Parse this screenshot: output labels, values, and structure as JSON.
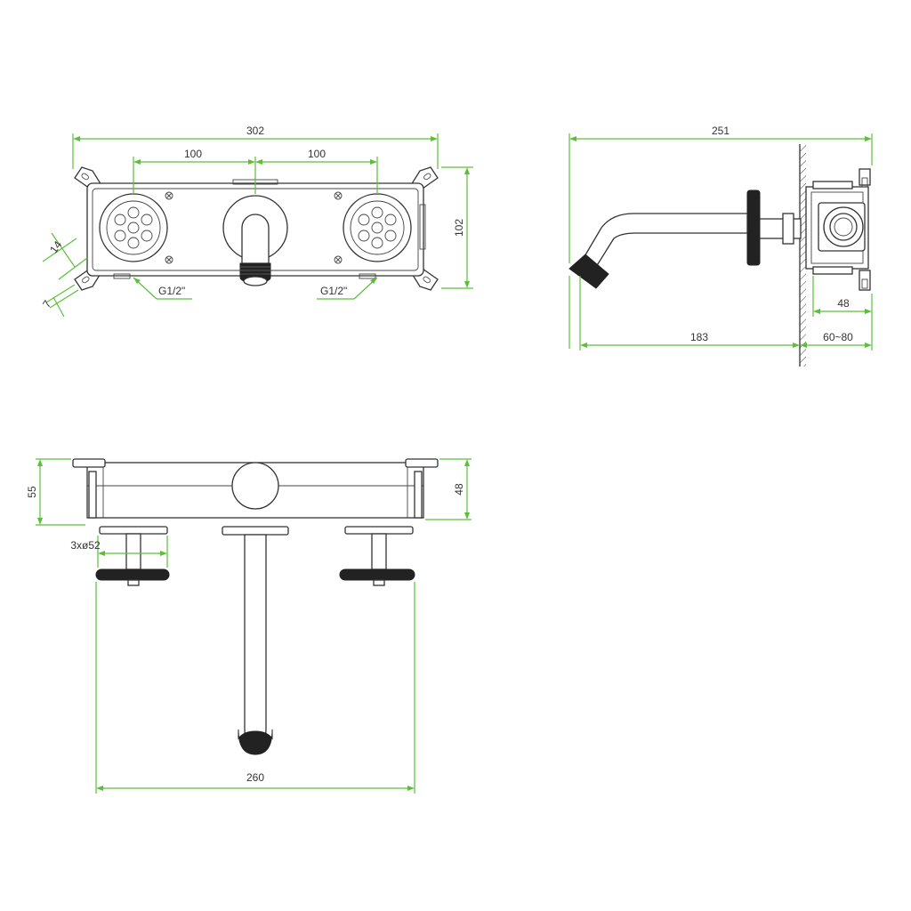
{
  "front_view": {
    "overall_width": "302",
    "left_spacing": "100",
    "right_spacing": "100",
    "height": "102",
    "ear_width": "14",
    "ear_offset": "7",
    "left_thread": "G1/2\"",
    "right_thread": "G1/2\""
  },
  "side_view": {
    "total_depth": "251",
    "spout_projection": "183",
    "wall_depth_range": "60~80",
    "box_depth": "48"
  },
  "top_view": {
    "box_height_outer": "55",
    "box_height_inner": "48",
    "handle_diameter": "3xø52",
    "handle_span": "260"
  },
  "colors": {
    "dimension": "#5cbf3a",
    "outline": "#333333"
  }
}
